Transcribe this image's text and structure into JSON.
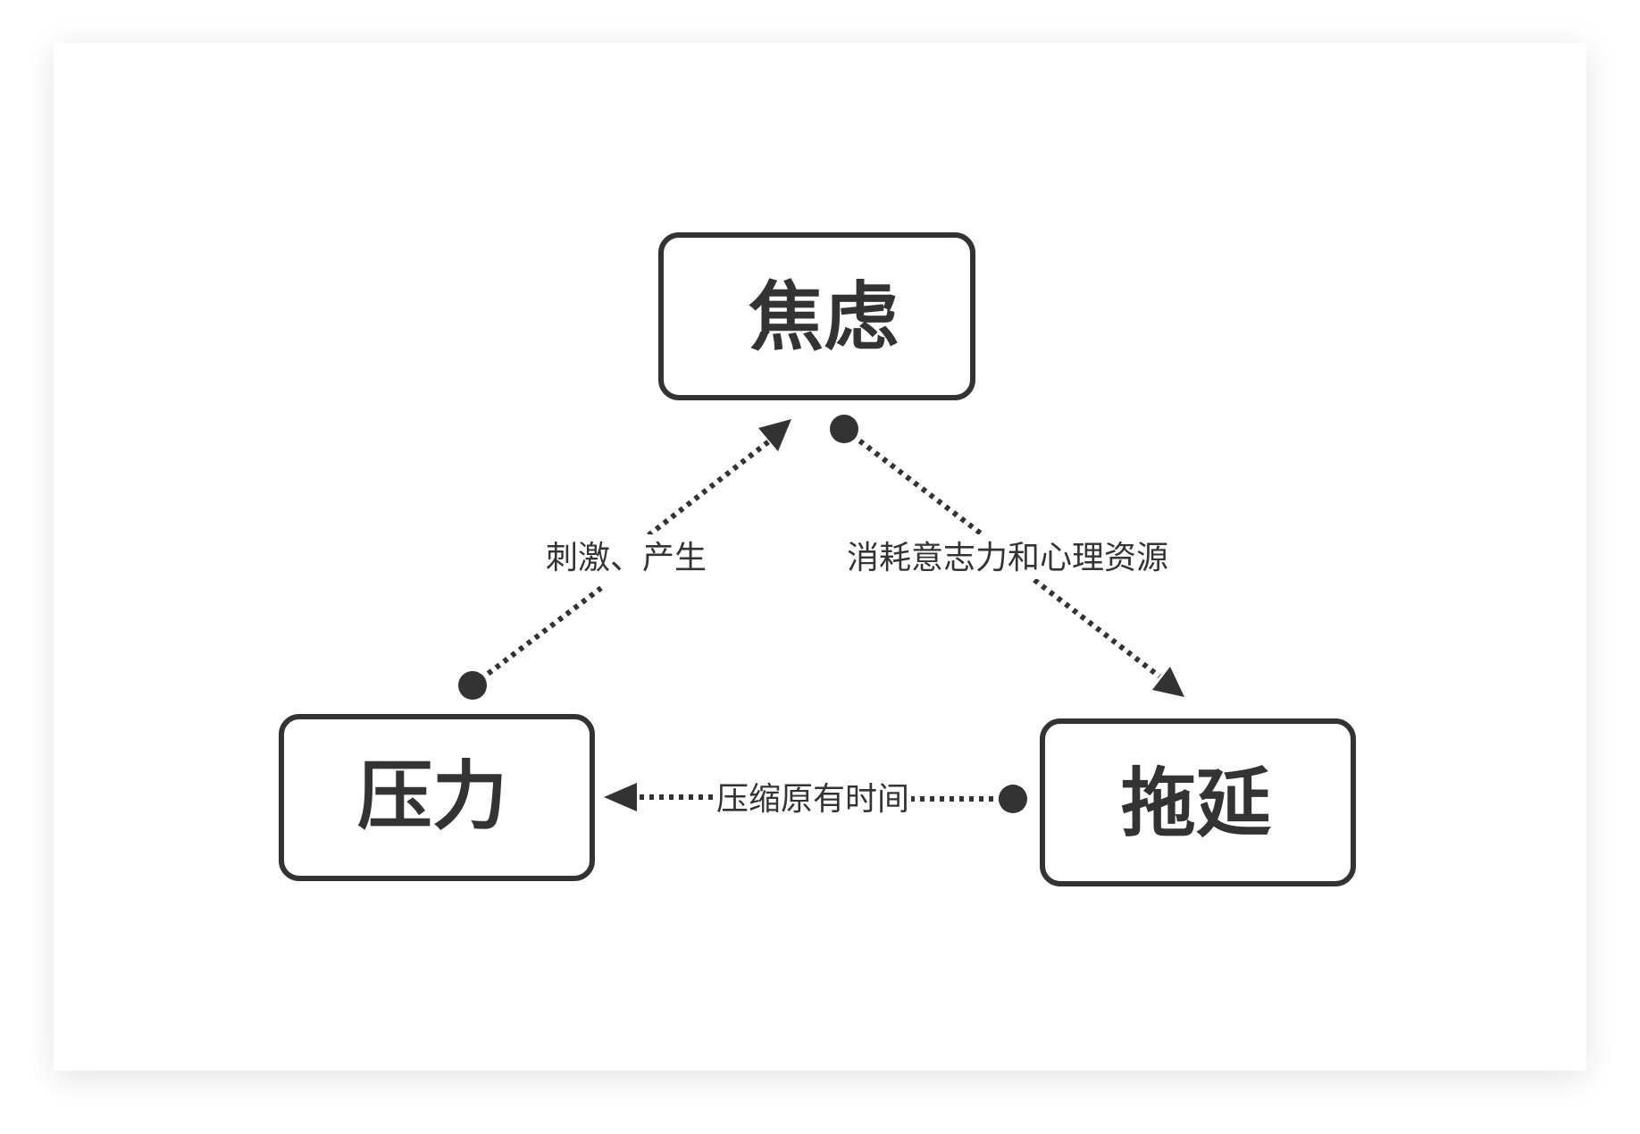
{
  "nodes": {
    "top": {
      "label": "焦虑"
    },
    "left": {
      "label": "压力"
    },
    "right": {
      "label": "拖延"
    }
  },
  "edges": {
    "left_to_top": {
      "label": "刺激、产生"
    },
    "top_to_right": {
      "label": "消耗意志力和心理资源"
    },
    "right_to_left": {
      "label": "压缩原有时间"
    }
  },
  "colors": {
    "stroke": "#333333",
    "background": "#ffffff"
  }
}
